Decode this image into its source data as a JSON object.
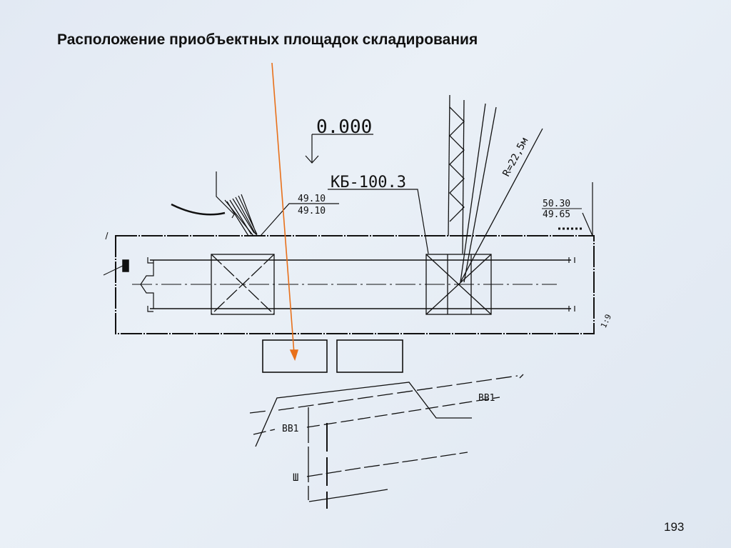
{
  "slide": {
    "title": "Расположение приобъектных площадок складирования",
    "page_number": "193"
  },
  "drawing": {
    "level_mark": "0.000",
    "crane_label": "КБ-100.3",
    "radius_label": "R=22,5м",
    "elev_left_top": "49.10",
    "elev_left_bottom": "49.10",
    "elev_right_top": "50.30",
    "elev_right_bottom": "49.65",
    "side_label": "1:9",
    "utility_label_1": "BB1",
    "utility_label_2": "BB1",
    "utility_label_3": "Ш",
    "arrow_color": "#e8701a"
  }
}
